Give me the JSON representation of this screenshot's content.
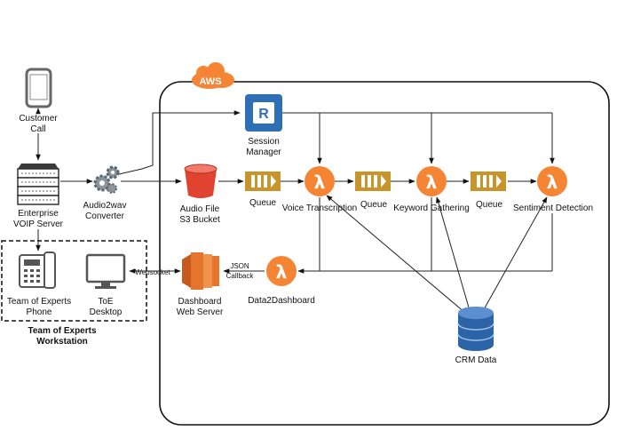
{
  "cloud": {
    "badge": "AWS"
  },
  "nodes": {
    "customer_call": {
      "line1": "Customer",
      "line2": "Call"
    },
    "voip": {
      "line1": "Enterprise",
      "line2": "VOIP Server"
    },
    "audio2wav": {
      "line1": "Audio2wav",
      "line2": "Converter"
    },
    "session": {
      "line1": "Session",
      "line2": "Manager",
      "icon_letter": "R"
    },
    "s3": {
      "line1": "Audio File",
      "line2": "S3 Bucket"
    },
    "queue1": {
      "label": "Queue"
    },
    "voice": {
      "label": "Voice Transcription"
    },
    "queue2": {
      "label": "Queue"
    },
    "keyword": {
      "label": "Keyword Gathering"
    },
    "queue3": {
      "label": "Queue"
    },
    "sentiment": {
      "label": "Sentiment Detection"
    },
    "crm": {
      "label": "CRM Data"
    },
    "data2dash": {
      "label": "Data2Dashboard"
    },
    "dashboard": {
      "line1": "Dashboard",
      "line2": "Web Server"
    },
    "phone": {
      "line1": "Team of Experts",
      "line2": "Phone"
    },
    "desktop": {
      "line1": "ToE",
      "line2": "Desktop"
    }
  },
  "edges": {
    "json_callback": {
      "line1": "JSON",
      "line2": "Callback"
    },
    "websocket": "Websocket"
  },
  "workstation": {
    "line1": "Team of Experts",
    "line2": "Workstation"
  },
  "lambda_symbol": "λ",
  "colors": {
    "aws_orange": "#f58535",
    "lambda_orange": "#f58535",
    "queue_gold": "#c8952c",
    "s3_red": "#e0432f",
    "session_blue": "#2f6fb5",
    "crm_blue": "#2d64a8",
    "dashboard_orange": "#e5742c"
  }
}
